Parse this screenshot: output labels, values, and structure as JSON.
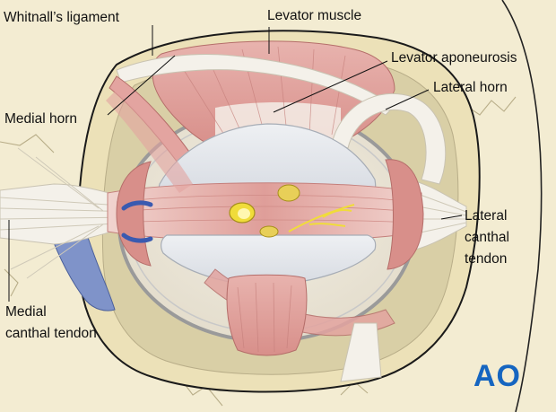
{
  "labels": {
    "whitnalls_ligament": "Whitnall’s ligament",
    "levator_muscle": "Levator muscle",
    "levator_aponeurosis": "Levator aponeurosis",
    "lateral_horn": "Lateral horn",
    "medial_horn": "Medial horn",
    "lateral_canthal_tendon_line1": "Lateral",
    "lateral_canthal_tendon_line2": "canthal",
    "lateral_canthal_tendon_line3": "tendon",
    "medial_canthal_tendon_line1": "Medial",
    "medial_canthal_tendon_line2": "canthal tendon"
  },
  "logo": {
    "text": "AO",
    "color": "#1565c0"
  },
  "colors": {
    "background": "#f3ecd2",
    "bone": "#ece1b8",
    "orbit_shadow": "#d9cfa6",
    "muscle": "#e3a4a0",
    "muscle_dark": "#c97a76",
    "tendon": "#f4f1ea",
    "globe": "#e4e6ea",
    "lacrimal": "#7f93c9",
    "canaliculus": "#3a5ab0",
    "nerve": "#f0dc3a"
  }
}
